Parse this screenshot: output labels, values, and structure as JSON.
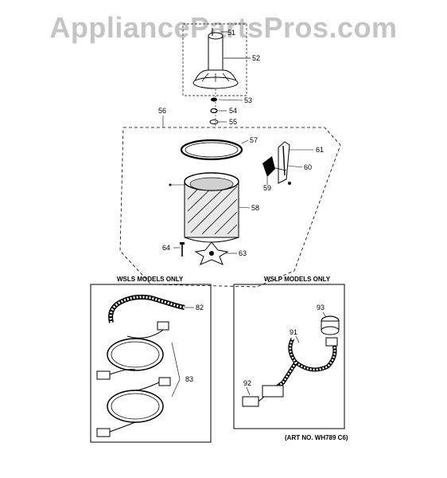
{
  "watermark": "AppliancePartsPros.com",
  "parts": {
    "p51": "51",
    "p52": "52",
    "p53": "53",
    "p54": "54",
    "p55": "55",
    "p56": "56",
    "p57": "57",
    "p58": "58",
    "p59": "59",
    "p60": "60",
    "p61": "61",
    "p63": "63",
    "p64": "64",
    "p82": "82",
    "p83": "83",
    "p91": "91",
    "p92": "92",
    "p93": "93"
  },
  "boxes": {
    "left_header": "WSLS MODELS ONLY",
    "right_header": "WSLP MODELS ONLY"
  },
  "art_no": "(ART NO. WH789 C6)"
}
